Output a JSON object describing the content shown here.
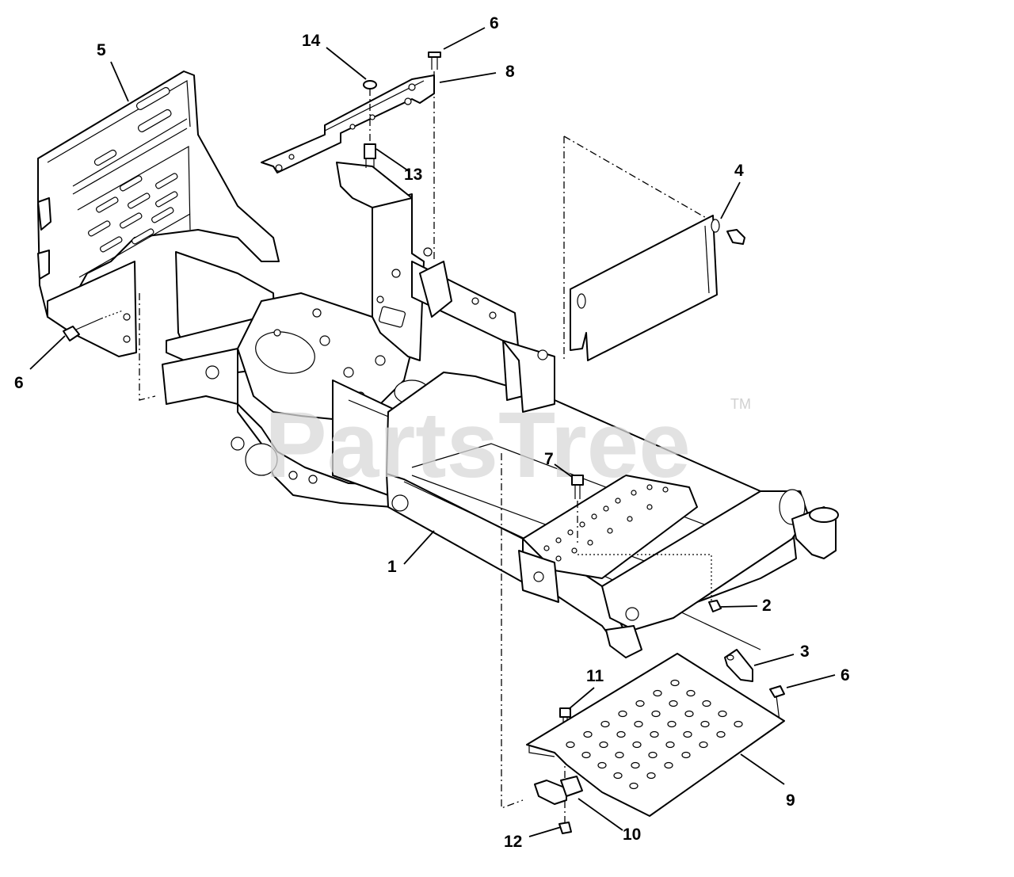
{
  "watermark": {
    "text": "PartsTree",
    "trademark": "TM"
  },
  "callouts": [
    {
      "id": "c1",
      "label": "1"
    },
    {
      "id": "c2",
      "label": "2"
    },
    {
      "id": "c3",
      "label": "3"
    },
    {
      "id": "c4",
      "label": "4"
    },
    {
      "id": "c5",
      "label": "5"
    },
    {
      "id": "c6a",
      "label": "6"
    },
    {
      "id": "c6b",
      "label": "6"
    },
    {
      "id": "c6c",
      "label": "6"
    },
    {
      "id": "c7",
      "label": "7"
    },
    {
      "id": "c8",
      "label": "8"
    },
    {
      "id": "c9",
      "label": "9"
    },
    {
      "id": "c10",
      "label": "10"
    },
    {
      "id": "c11",
      "label": "11"
    },
    {
      "id": "c12",
      "label": "12"
    },
    {
      "id": "c13",
      "label": "13"
    },
    {
      "id": "c14",
      "label": "14"
    }
  ]
}
